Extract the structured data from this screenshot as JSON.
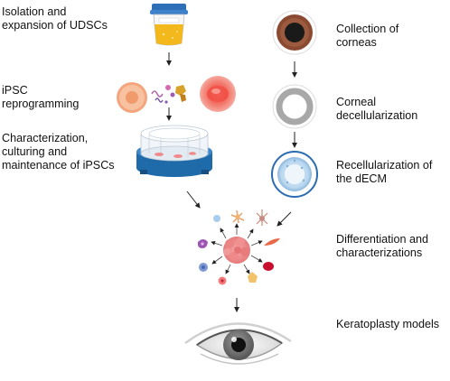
{
  "steps_left": [
    {
      "label": "Isolation and\nexpansion of UDSCs"
    },
    {
      "label": "iPSC\nreprogramming"
    },
    {
      "label": "Characterization,\nculturing and\nmaintenance of iPSCs"
    }
  ],
  "steps_right": [
    {
      "label": "Collection of\ncorneas"
    },
    {
      "label": "Corneal\ndecellularization"
    },
    {
      "label": "Recellularization of\nthe dECM"
    },
    {
      "label": "Differentiation and\ncharacterizations"
    },
    {
      "label": "Keratoplasty models"
    }
  ],
  "colors": {
    "urine": "#f2b81c",
    "cap": "#2f6fb8",
    "cornea_brown": "#8a4a32",
    "cell_peach": "#f6b890",
    "cell_red": "#ee5a4e",
    "dish_blue": "#1f6aa8",
    "organoid": "#ef8e8e",
    "iris": "#6b6b6b"
  }
}
